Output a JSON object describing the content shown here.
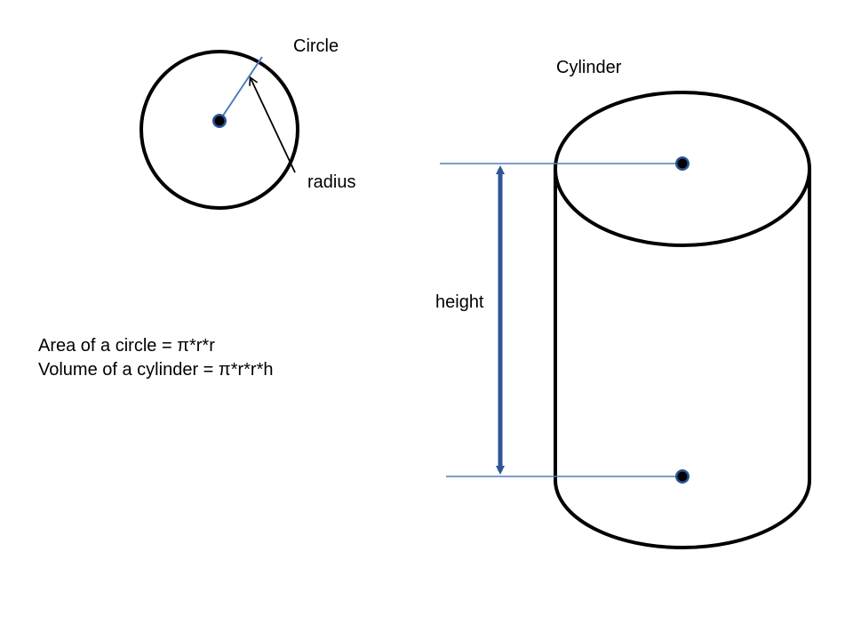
{
  "circle": {
    "title": "Circle",
    "radius_label": "radius"
  },
  "cylinder": {
    "title": "Cylinder",
    "height_label": "height"
  },
  "formulas": {
    "area": "Area of a circle = π*r*r",
    "volume": "Volume of a cylinder = π*r*r*h"
  },
  "colors": {
    "outline": "#000000",
    "accent_blue": "#4a7ebb",
    "arrow_blue": "#2f5597",
    "dot_fill": "#000000",
    "dot_ring": "#2f5597"
  }
}
